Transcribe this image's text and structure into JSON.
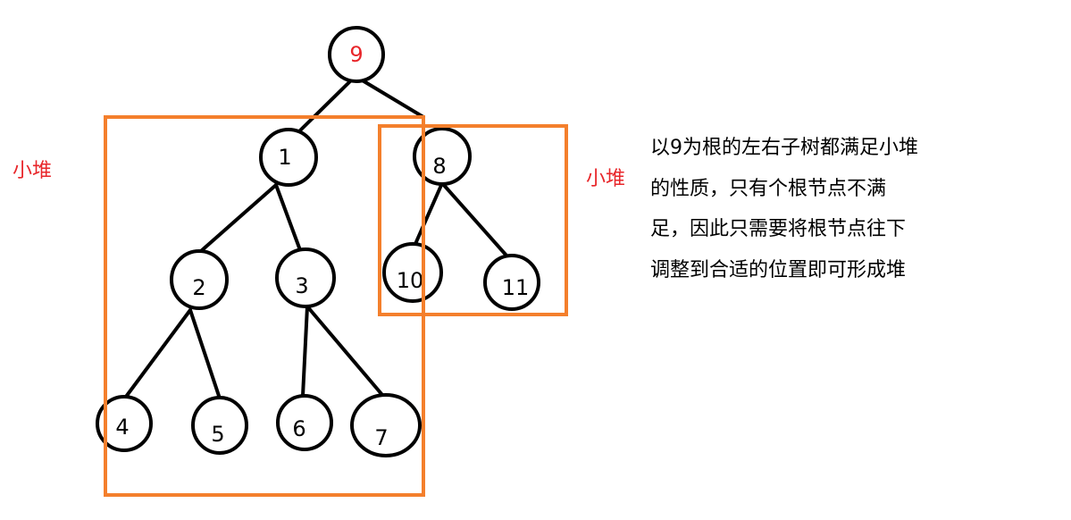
{
  "colors": {
    "box": "#f47f2c",
    "root_label": "#e8262a",
    "side_label": "#e8262a",
    "node_stroke": "#000000"
  },
  "tree": {
    "nodes": [
      {
        "id": "n9",
        "label": "9"
      },
      {
        "id": "n1",
        "label": "1"
      },
      {
        "id": "n8",
        "label": "8"
      },
      {
        "id": "n2",
        "label": "2"
      },
      {
        "id": "n3",
        "label": "3"
      },
      {
        "id": "n10",
        "label": "10"
      },
      {
        "id": "n11",
        "label": "11"
      },
      {
        "id": "n4",
        "label": "4"
      },
      {
        "id": "n5",
        "label": "5"
      },
      {
        "id": "n6",
        "label": "6"
      },
      {
        "id": "n7",
        "label": "7"
      }
    ],
    "edges": [
      [
        "n9",
        "n1"
      ],
      [
        "n9",
        "n8"
      ],
      [
        "n1",
        "n2"
      ],
      [
        "n1",
        "n3"
      ],
      [
        "n8",
        "n10"
      ],
      [
        "n8",
        "n11"
      ],
      [
        "n2",
        "n4"
      ],
      [
        "n2",
        "n5"
      ],
      [
        "n3",
        "n6"
      ],
      [
        "n3",
        "n7"
      ]
    ]
  },
  "labels": {
    "left_box": "小堆",
    "right_box": "小堆"
  },
  "explanation": {
    "lines": [
      "以9为根的左右子树都满足小堆",
      "的性质，只有个根节点不满",
      "足，因此只需要将根节点往下",
      "调整到合适的位置即可形成堆"
    ]
  }
}
